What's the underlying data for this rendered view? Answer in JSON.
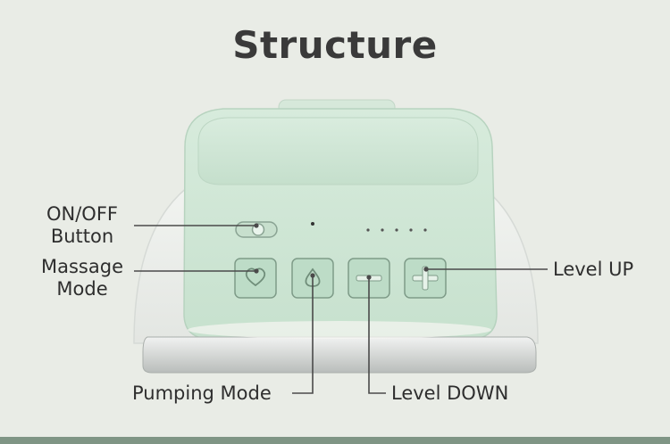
{
  "title": "Structure",
  "labels": {
    "on_off_line1": "ON/OFF",
    "on_off_line2": "Button",
    "massage_line1": "Massage",
    "massage_line2": "Mode",
    "level_up": "Level UP",
    "pumping_mode": "Pumping Mode",
    "level_down": "Level DOWN"
  },
  "colors": {
    "background": "#e9ece6",
    "device_green": "#cfe6d6",
    "button_green": "#bcdcc6",
    "text": "#2e2e2e"
  },
  "icons": [
    "heart-icon",
    "water-drop-icon",
    "minus-icon",
    "plus-icon"
  ]
}
